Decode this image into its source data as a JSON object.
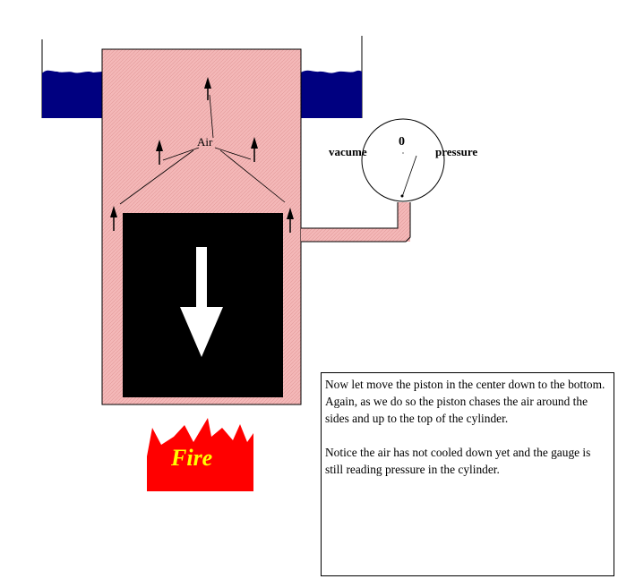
{
  "labels": {
    "air": "Air",
    "gauge_zero": "0",
    "vacuum": "vacume",
    "pressure": "pressure",
    "fire": "Fire"
  },
  "caption": {
    "paragraph_1": "Now let move the piston in the center down to the bottom. Again, as we do so the piston chases the air around the sides and up to the top of the cylinder.",
    "paragraph_2": "Notice the air has not cooled down yet and the gauge is still reading pressure in the cylinder."
  },
  "colors": {
    "air_fill": "#f4b8b8",
    "water": "#000080",
    "piston": "#000000",
    "fire": "#ff0000",
    "fire_text": "#ffff00",
    "arrow": "#ffffff"
  }
}
